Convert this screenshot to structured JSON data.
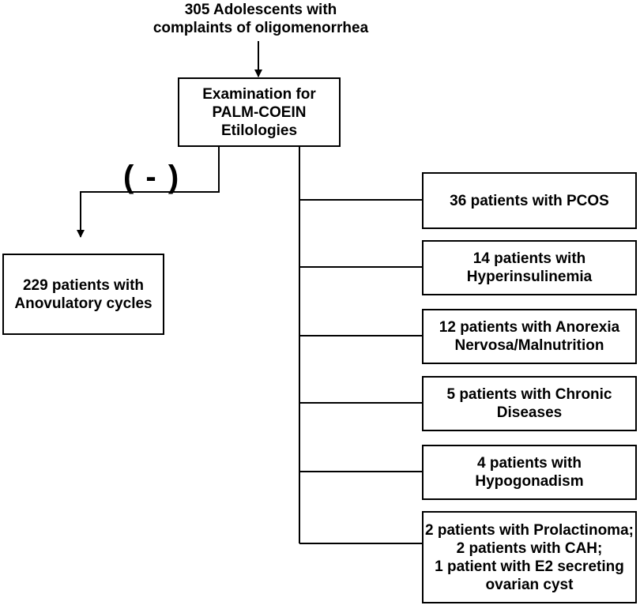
{
  "source": {
    "lines": [
      "305 Adolescents with",
      "complaints of oligomenorrhea"
    ]
  },
  "exam": {
    "lines": [
      "Examination for",
      "PALM-COEIN",
      "Etilologies"
    ]
  },
  "negative_label": "( - )",
  "anovulatory": {
    "lines": [
      "229 patients with",
      "Anovulatory cycles"
    ]
  },
  "outcomes": [
    {
      "lines": [
        "36 patients with PCOS"
      ]
    },
    {
      "lines": [
        "14 patients with",
        "Hyperinsulinemia"
      ]
    },
    {
      "lines": [
        "12 patients with Anorexia",
        "Nervosa/Malnutrition"
      ]
    },
    {
      "lines": [
        "5 patients with Chronic",
        "Diseases"
      ]
    },
    {
      "lines": [
        "4 patients with",
        "Hypogonadism"
      ]
    },
    {
      "lines": [
        "2 patients with Prolactinoma;",
        "2 patients with CAH;",
        "1 patient with E2 secreting",
        "ovarian cyst"
      ]
    }
  ]
}
